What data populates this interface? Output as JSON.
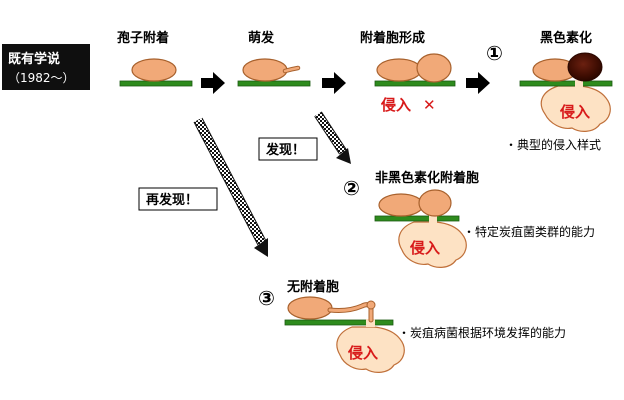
{
  "header": {
    "line1": "既有学说",
    "line2": "（1982～）"
  },
  "stages": {
    "s1": "孢子附着",
    "s2": "萌发",
    "s3": "附着胞形成",
    "s4": "黑色素化"
  },
  "circled": {
    "one": "①",
    "two": "②",
    "three": "③"
  },
  "invade": {
    "word": "侵入",
    "blocked_mark": "✕"
  },
  "notes": {
    "one": "・典型的侵入样式",
    "two": "・特定炭疽菌类群的能力",
    "three": "・炭疽病菌根据环境发挥的能力"
  },
  "discoveries": {
    "first": "发现！",
    "second": "再发现！"
  },
  "branches": {
    "two": "非黑色素化附着胞",
    "three": "无附着胞"
  },
  "colors": {
    "spore_fill": "#f1a978",
    "spore_stroke": "#a8612d",
    "leaf_green": "#2e8b1d",
    "leaf_stroke": "#1c5a12",
    "melanin": "#4a1204",
    "invade_text": "#d81a1a",
    "invade_fill": "#fde2c4",
    "header_bg": "#0f0f0f"
  }
}
